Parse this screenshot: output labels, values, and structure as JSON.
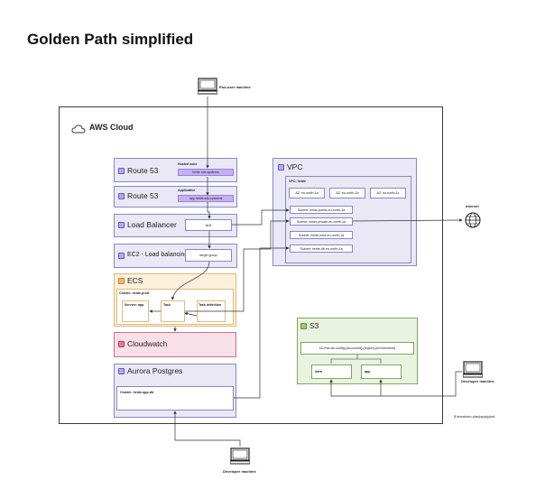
{
  "title": "Golden Path simplified",
  "nodes": {
    "end_user": "End-user machine",
    "internet": "Internet",
    "developer_right": "Developer machine",
    "developer_right_cmd": "$ terraform plan|apply|init",
    "developer_bottom": "Developer machine"
  },
  "aws_cloud": {
    "label": "AWS Cloud"
  },
  "route53_public": {
    "label": "Route 53",
    "zone_label": "Hosted zone",
    "record": "heide.sds.systems"
  },
  "route53_app": {
    "label": "Route 53",
    "zone_label": "Applicative",
    "record": "app.heide.sds.systems"
  },
  "load_balancer": {
    "label": "Load Balancer",
    "item": "ALB"
  },
  "ec2": {
    "label": "EC2 - Load balancing",
    "item": "target group"
  },
  "ecs": {
    "label": "ECS",
    "cluster": "Cluster: heide-prod",
    "service": "Service: app",
    "task": "Task",
    "task_definition": "Task definition"
  },
  "cloudwatch": {
    "label": "Cloudwatch"
  },
  "aurora": {
    "label": "Aurora Postgres",
    "cluster": "Cluster: heide-app-db"
  },
  "vpc": {
    "label": "VPC",
    "name": "VPC: heide",
    "azs": [
      "AZ: eu-north-1a",
      "AZ: eu-north-1b",
      "AZ: eu-north-1c"
    ],
    "subnets": [
      "Subnet: heide-public-eu-north-1a",
      "Subnet: heide-private-eu-north-1a",
      "Subnet: heide-intra-eu-north-1a",
      "Subnet: heide-db-eu-north-1a"
    ]
  },
  "s3": {
    "label": "S3",
    "bucket": "s3://rsk-iac-config-{accountId}-{region}-{environment}",
    "folders": [
      "infra",
      "app"
    ]
  },
  "colors": {
    "purple_fill": "#eae8f5",
    "purple_border": "#8c86c8",
    "orange_fill": "#fdf1de",
    "pink_fill": "#f9e0e8",
    "green_fill": "#e9f3df",
    "pill": "#c5b0f4"
  }
}
